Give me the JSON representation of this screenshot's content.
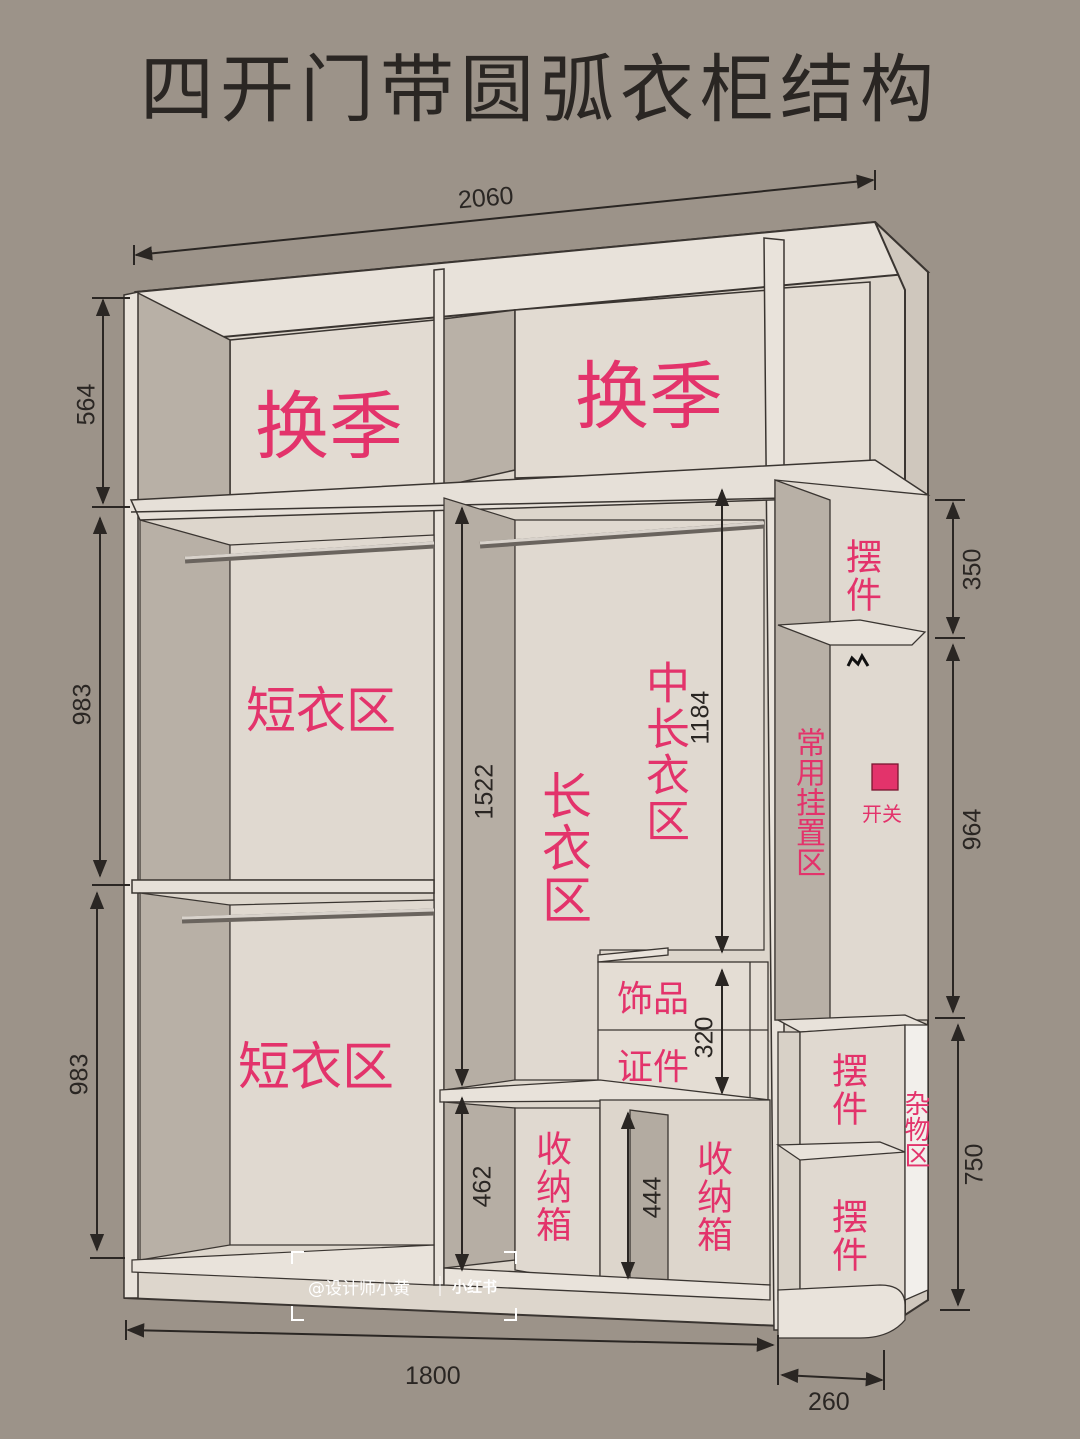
{
  "title": "四开门带圆弧衣柜结构",
  "dimensions": {
    "total_width": "2060",
    "top_height": "564",
    "upper_short": "983",
    "lower_short": "983",
    "left_width": "1800",
    "right_depth": "260",
    "right_top": "350",
    "right_middle": "964",
    "right_bottom": "750",
    "long_height": "1522",
    "mid_long_height": "1184",
    "drawer_area": "320",
    "left_box": "462",
    "right_box": "444"
  },
  "labels": {
    "seasonal_left": "换季",
    "seasonal_right": "换季",
    "short_upper": "短衣区",
    "short_lower": "短衣区",
    "long_area": "长衣区",
    "mid_long_area": "中长衣区",
    "ornament_top": "摆件",
    "daily_hang": "常用挂置区",
    "switch": "开关",
    "accessories": "饰品",
    "documents": "证件",
    "storage_left": "收纳箱",
    "storage_right": "收纳箱",
    "ornament_mid": "摆件",
    "ornament_bottom": "摆件",
    "sundries": "杂物区"
  },
  "watermark": {
    "author": "@设计师小黄",
    "platform": "小红书"
  },
  "colors": {
    "background": "#9c9389",
    "panel": "#e0d9d0",
    "back_wall": "#ddd6cc",
    "shadow": "#b3aba1",
    "label": "#e3336b",
    "line": "#2a2623"
  }
}
